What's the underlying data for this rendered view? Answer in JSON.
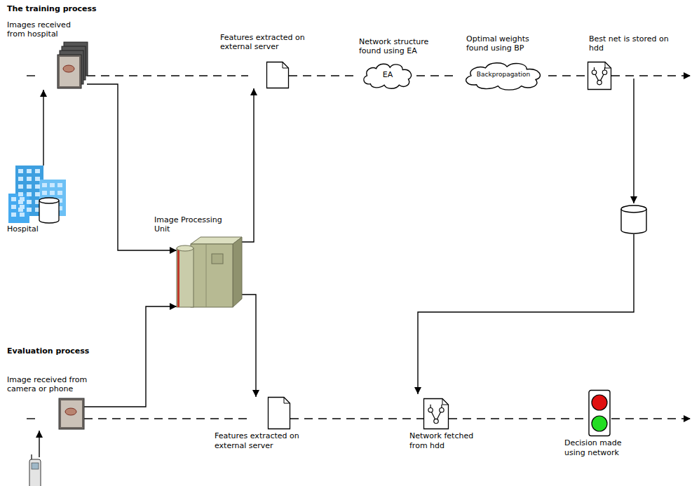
{
  "diagram": {
    "title": "The training process",
    "nodes": [
      {
        "text": [
          "Images received from hospital"
        ]
      },
      {
        "text": [
          "Features extracted on external server"
        ]
      },
      {
        "text": [
          "Network structure found using EA",
          "EA"
        ]
      },
      {
        "text": [
          "Optimal weights found using BP",
          "Backpropagation"
        ]
      },
      {
        "text": [
          "Best net is stored on hdd"
        ]
      },
      {
        "text": [
          "Hospital"
        ]
      },
      {
        "text": [
          "Image Processing Unit"
        ]
      },
      {
        "text": [
          "Image received from camera or phone"
        ]
      },
      {
        "text": [
          "Features extracted on external server"
        ]
      },
      {
        "text": [
          "Network fetched from hdd"
        ]
      },
      {
        "text": [
          "Decision made using network"
        ]
      }
    ],
    "edges": [
      {
        "from": 5,
        "to": 0,
        "arrow": "to"
      },
      {
        "from": 0,
        "to": 1,
        "arrow": "none"
      },
      {
        "from": 1,
        "to": 2,
        "arrow": "none"
      },
      {
        "from": 2,
        "to": 3,
        "arrow": "none"
      },
      {
        "from": 3,
        "to": 4,
        "arrow": "none"
      },
      {
        "from": 0,
        "to": 6,
        "arrow": "to"
      },
      {
        "from": 6,
        "to": 1,
        "arrow": "to"
      },
      {
        "from": 7,
        "to": 6,
        "arrow": "to"
      },
      {
        "from": 6,
        "to": 8,
        "arrow": "to"
      },
      {
        "from": 7,
        "to": 8,
        "arrow": "none"
      },
      {
        "from": 8,
        "to": 9,
        "arrow": "none"
      },
      {
        "from": 9,
        "to": 10,
        "arrow": "none"
      }
    ],
    "labels": [
      "Evaluation process"
    ]
  }
}
